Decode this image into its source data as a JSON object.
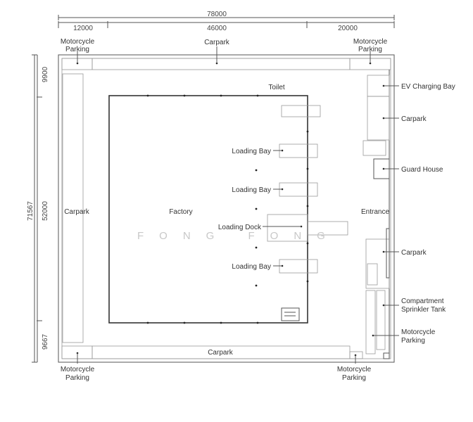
{
  "dimensions": {
    "total_width": "78000",
    "segments_top": [
      "12000",
      "46000",
      "20000"
    ],
    "total_depth": "71567",
    "segments_left": [
      "9900",
      "52000",
      "9667"
    ]
  },
  "labels": {
    "moto_top_left": [
      "Motorcycle",
      "Parking"
    ],
    "carpark_top": "Carpark",
    "moto_top_right": [
      "Motorcycle",
      "Parking"
    ],
    "toilet": "Toilet",
    "ev_charging": "EV Charging Bay",
    "carpark_right_top": "Carpark",
    "loading_bay_1": "Loading Bay",
    "loading_bay_2": "Loading Bay",
    "guard_house": "Guard House",
    "carpark_left": "Carpark",
    "factory": "Factory",
    "entrance": "Entrance",
    "loading_dock": "Loading Dock",
    "carpark_right_bottom": "Carpark",
    "loading_bay_3": "Loading Bay",
    "sprinkler_tank": [
      "Compartment",
      "Sprinkler Tank"
    ],
    "moto_right": [
      "Motorcycle",
      "Parking"
    ],
    "carpark_bottom": "Carpark",
    "moto_bottom_left": [
      "Motorcycle",
      "Parking"
    ],
    "moto_bottom_right": [
      "Motorcycle",
      "Parking"
    ]
  },
  "watermark": "FONG FONG"
}
